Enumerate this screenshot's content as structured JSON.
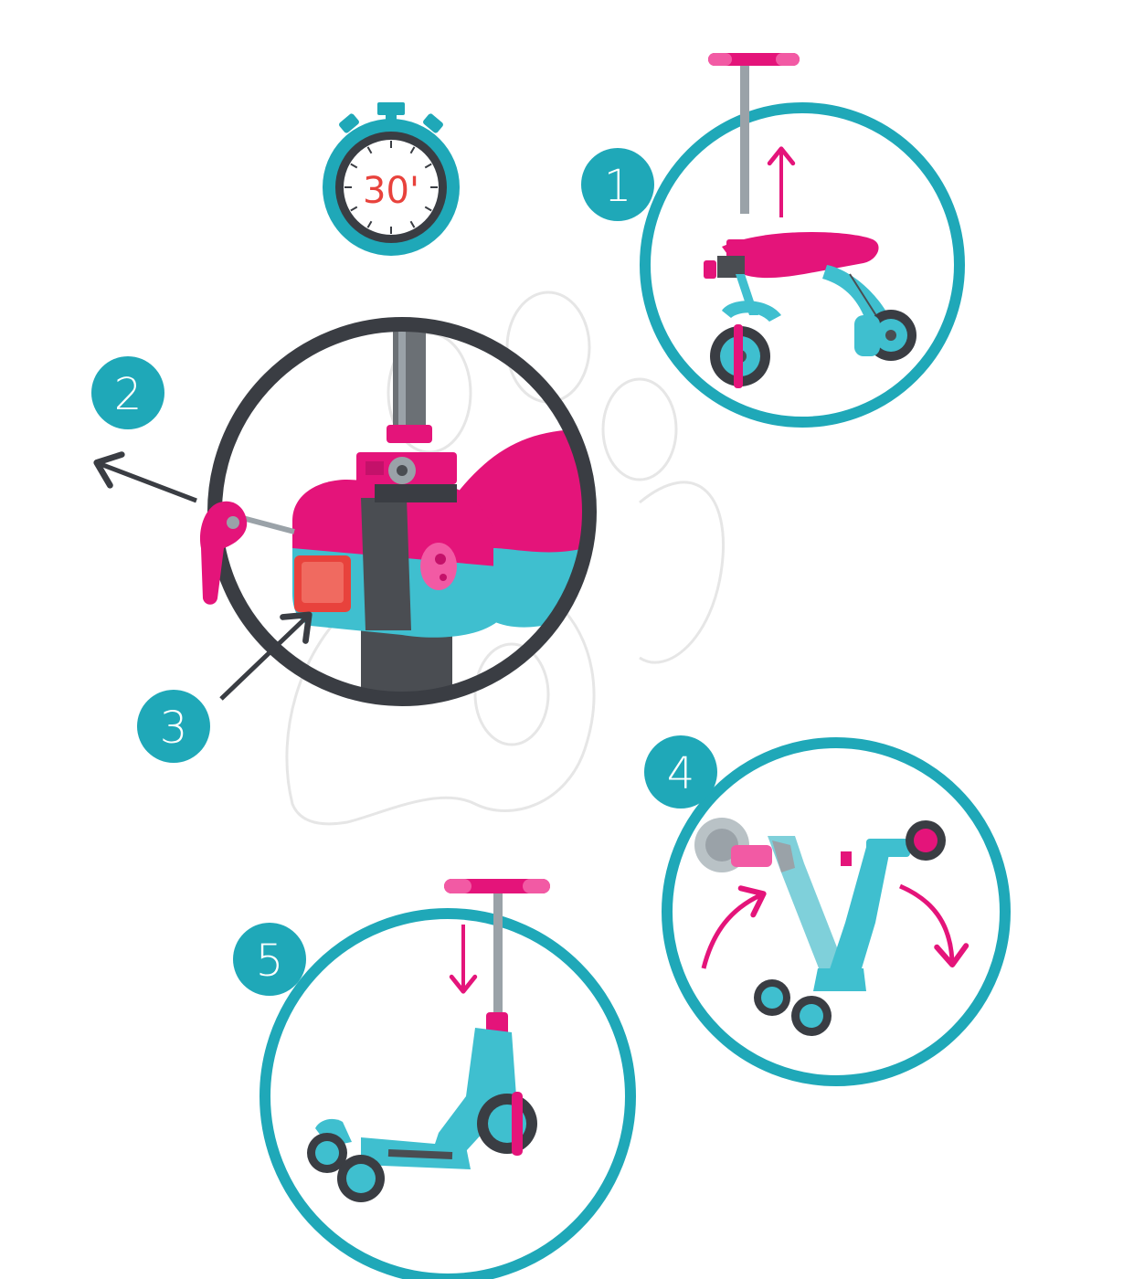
{
  "colors": {
    "teal": "#1fa8b8",
    "dark_ring": "#3a3d43",
    "pink": "#e4147a",
    "pink_light": "#f25aa4",
    "teal_body": "#3fbfcf",
    "steel": "#9aa2a8",
    "grey_dark": "#4a4d52",
    "red_light": "#e8423c",
    "watermark": "#e3e3e3"
  },
  "timer": {
    "label": "30'",
    "icon": "stopwatch-icon"
  },
  "steps": [
    {
      "number": "1",
      "action": "pull-up-handlebar",
      "arrow": "arrow-up-icon"
    },
    {
      "number": "2",
      "action": "pull-release-lever",
      "arrow": "arrow-out-icon"
    },
    {
      "number": "3",
      "action": "press-red-button",
      "arrow": "arrow-in-icon"
    },
    {
      "number": "4",
      "action": "flip-frame",
      "arrow": "curved-arrows-icon"
    },
    {
      "number": "5",
      "action": "push-down-handlebar",
      "arrow": "arrow-down-icon"
    }
  ]
}
